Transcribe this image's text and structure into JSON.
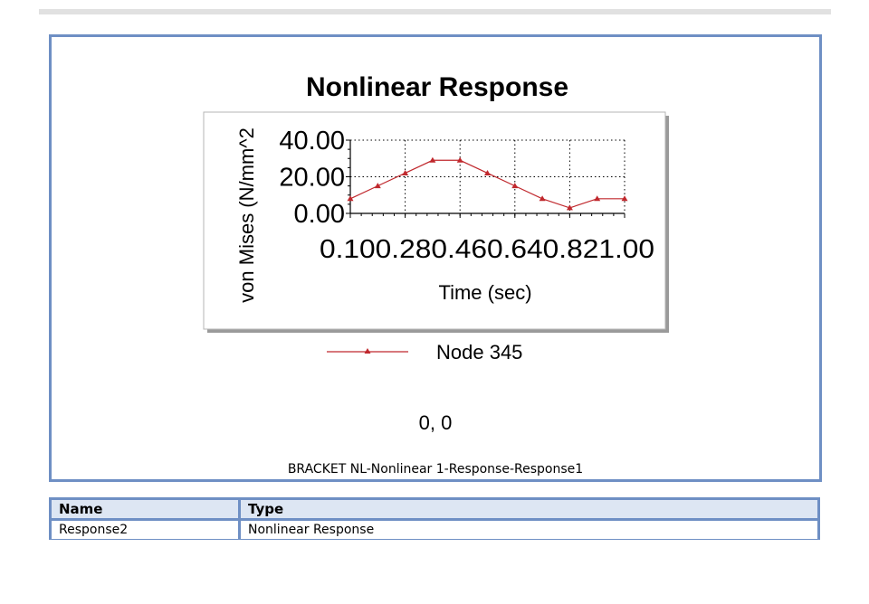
{
  "figure": {
    "caption": "BRACKET NL-Nonlinear 1-Response-Response1",
    "coordinate_readout": "0, 0"
  },
  "chart_data": {
    "type": "line",
    "title": "Nonlinear Response",
    "xlabel": "Time (sec)",
    "ylabel": "von Mises (N/mm^2",
    "x_tick_labels": [
      "0.10",
      "0.28",
      "0.46",
      "0.64",
      "0.82",
      "1.00"
    ],
    "y_tick_labels": [
      "0.00",
      "20.00",
      "40.00"
    ],
    "xlim": [
      0.1,
      1.0
    ],
    "ylim": [
      0,
      40
    ],
    "grid": true,
    "legend_position": "bottom",
    "series": [
      {
        "name": "Node 345",
        "color": "#c0282d",
        "marker": "triangle",
        "x": [
          0.1,
          0.19,
          0.28,
          0.37,
          0.46,
          0.55,
          0.64,
          0.73,
          0.82,
          0.91,
          1.0
        ],
        "y": [
          8,
          15,
          22,
          29,
          29,
          22,
          15,
          8,
          3,
          8,
          8
        ]
      }
    ]
  },
  "table": {
    "headers": [
      "Name",
      "Type"
    ],
    "rows": [
      [
        "Response2",
        "Nonlinear Response"
      ]
    ]
  }
}
